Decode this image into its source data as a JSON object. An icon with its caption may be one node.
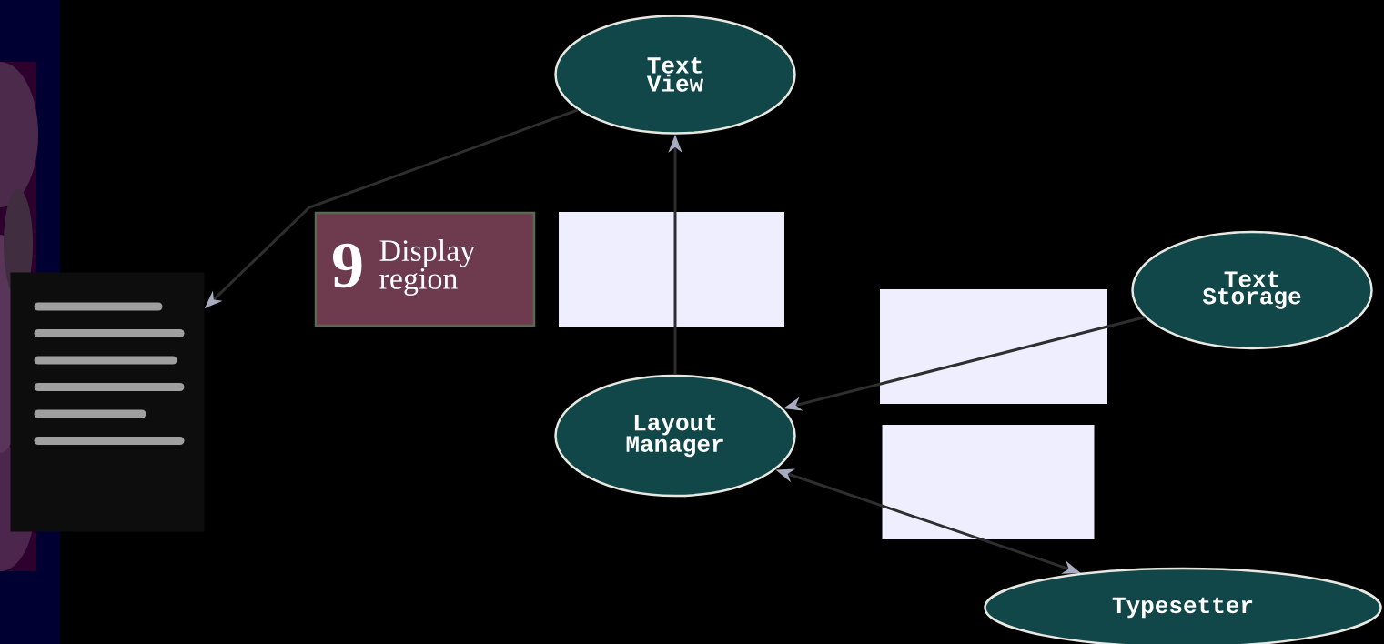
{
  "diagram": {
    "nodes": [
      {
        "text": [
          "Text View"
        ]
      },
      {
        "text": [
          "9",
          "Display region"
        ]
      },
      {
        "text": [],
        "shape": "picture"
      },
      {
        "text": [
          "Text Storage"
        ]
      },
      {
        "text": [
          "Layout Manager"
        ]
      },
      {
        "text": [
          "Typesetter"
        ]
      }
    ],
    "edges": [
      {
        "from": 0,
        "to": 2,
        "arrow": "to"
      },
      {
        "from": 4,
        "to": 0,
        "arrow": "to"
      },
      {
        "from": 3,
        "to": 4,
        "arrow": "to"
      },
      {
        "from": 4,
        "to": 5,
        "arrow": "both"
      }
    ]
  }
}
